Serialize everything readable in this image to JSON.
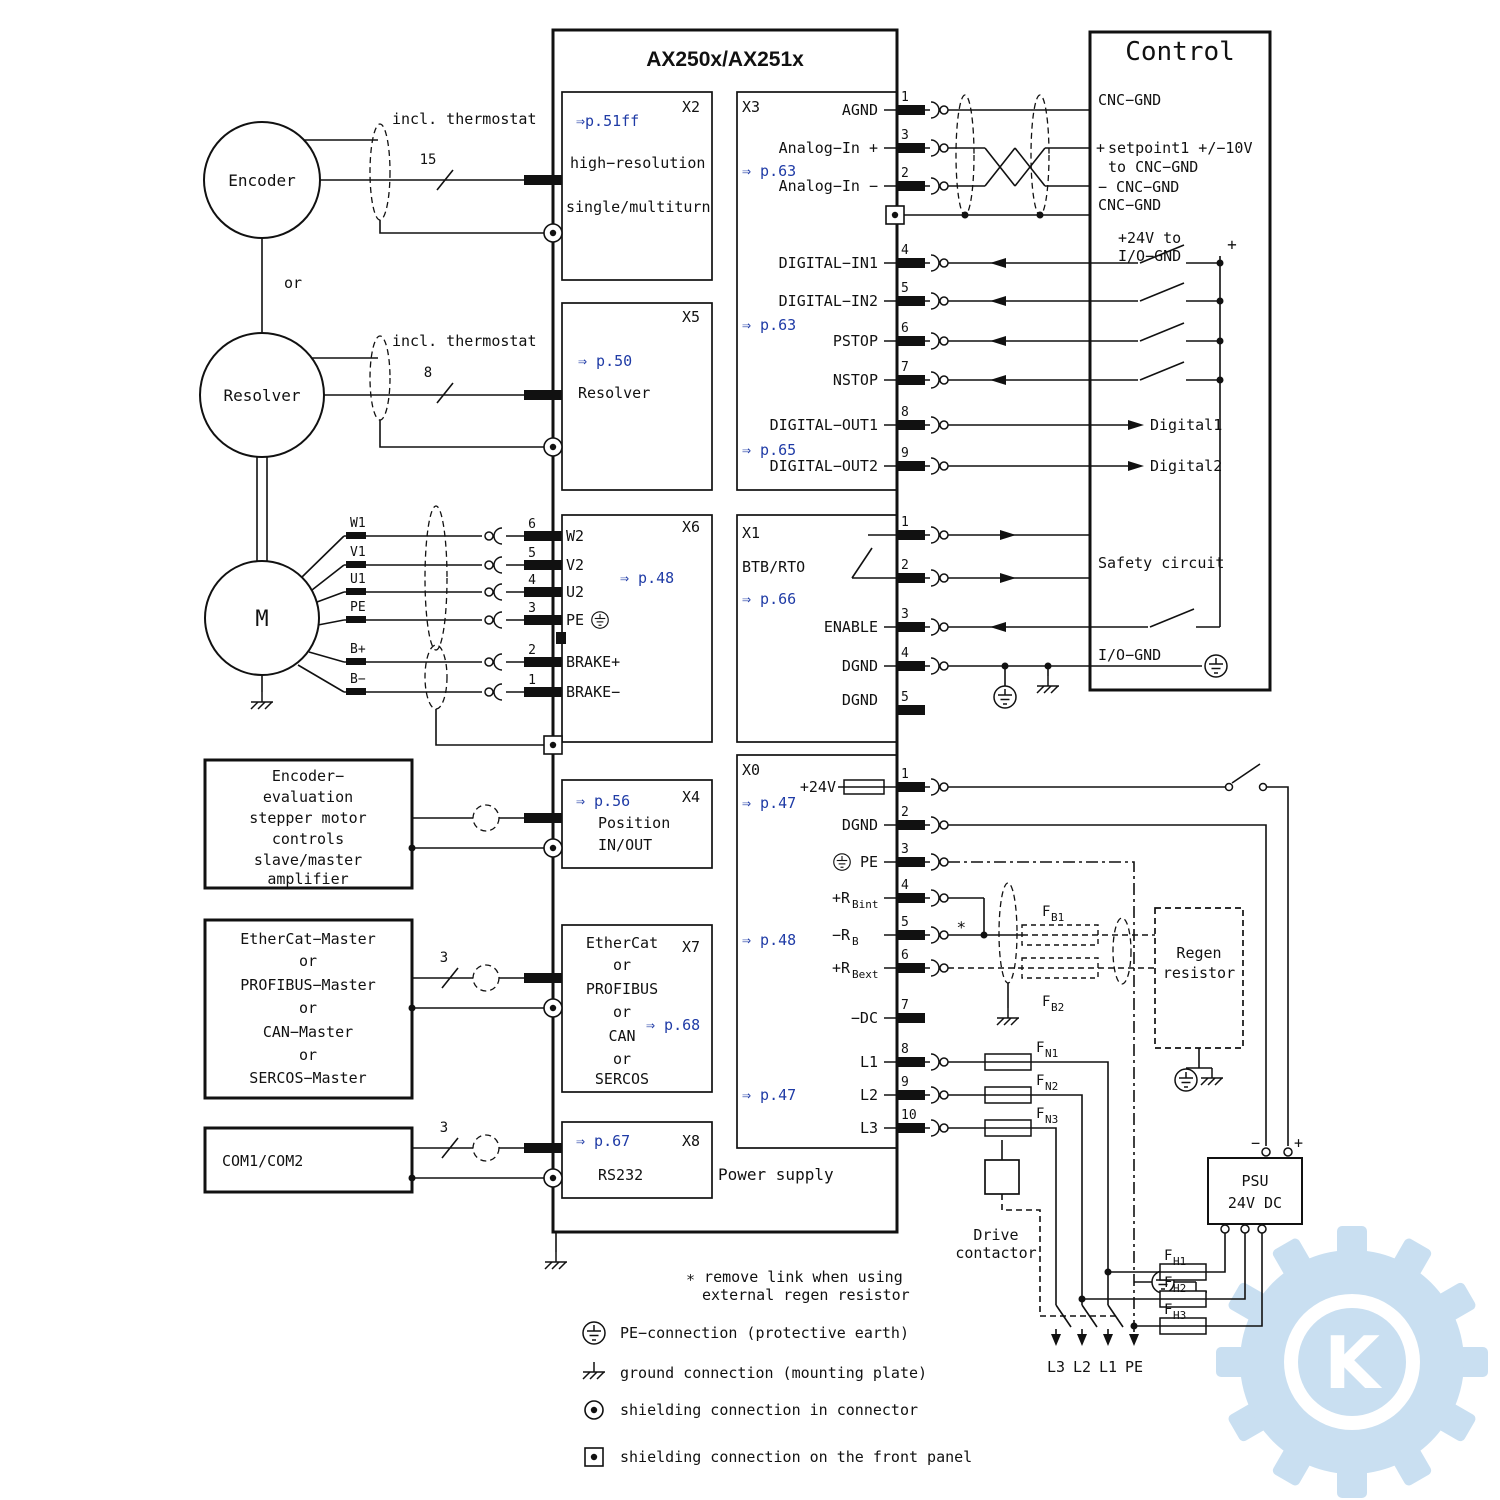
{
  "amplifier": {
    "title": "AX250x/AX251x",
    "power_supply": "Power supply",
    "x2": {
      "id": "X2",
      "ref": "⇒p.51ff",
      "line1": "high−resolution",
      "line2": "single/multiturn"
    },
    "x5": {
      "id": "X5",
      "ref": "⇒ p.50",
      "line1": "Resolver"
    },
    "x6": {
      "id": "X6",
      "ref": "⇒ p.48",
      "pins": [
        {
          "n": "6",
          "label": "W2"
        },
        {
          "n": "5",
          "label": "V2"
        },
        {
          "n": "4",
          "label": "U2"
        },
        {
          "n": "3",
          "label": "PE"
        },
        {
          "n": "2",
          "label": "BRAKE+"
        },
        {
          "n": "1",
          "label": "BRAKE−"
        }
      ]
    },
    "x4": {
      "id": "X4",
      "ref": "⇒ p.56",
      "line1": "Position",
      "line2": "IN/OUT"
    },
    "x7": {
      "id": "X7",
      "ref": "⇒ p.68",
      "lines": [
        "EtherCat",
        "or",
        "PROFIBUS",
        "or",
        "CAN",
        "or",
        "SERCOS"
      ]
    },
    "x8": {
      "id": "X8",
      "ref": "⇒ p.67",
      "line1": "RS232"
    },
    "x3": {
      "id": "X3",
      "ref1": "⇒ p.63",
      "ref2": "⇒ p.63",
      "ref3": "⇒ p.65",
      "pins": [
        {
          "n": "1",
          "label": "AGND"
        },
        {
          "n": "3",
          "label": "Analog−In +"
        },
        {
          "n": "2",
          "label": "Analog−In −"
        },
        {
          "n": "4",
          "label": "DIGITAL−IN1"
        },
        {
          "n": "5",
          "label": "DIGITAL−IN2"
        },
        {
          "n": "6",
          "label": "PSTOP"
        },
        {
          "n": "7",
          "label": "NSTOP"
        },
        {
          "n": "8",
          "label": "DIGITAL−OUT1"
        },
        {
          "n": "9",
          "label": "DIGITAL−OUT2"
        }
      ]
    },
    "x1": {
      "id": "X1",
      "ref": "⇒ p.66",
      "relay": "BTB/RTO",
      "pins": [
        {
          "n": "1",
          "label": ""
        },
        {
          "n": "2",
          "label": ""
        },
        {
          "n": "3",
          "label": "ENABLE"
        },
        {
          "n": "4",
          "label": "DGND"
        },
        {
          "n": "5",
          "label": "DGND"
        }
      ]
    },
    "x0": {
      "id": "X0",
      "ref1": "⇒ p.47",
      "ref2": "⇒ p.48",
      "ref3": "⇒ p.47",
      "pins": [
        {
          "n": "1",
          "label": "+24V"
        },
        {
          "n": "2",
          "label": "DGND"
        },
        {
          "n": "3",
          "label": "PE"
        },
        {
          "n": "4",
          "label": "+R",
          "sub": "Bint"
        },
        {
          "n": "5",
          "label": "−R",
          "sub": "B"
        },
        {
          "n": "6",
          "label": "+R",
          "sub": "Bext"
        },
        {
          "n": "7",
          "label": "−DC"
        },
        {
          "n": "8",
          "label": "L1"
        },
        {
          "n": "9",
          "label": "L2"
        },
        {
          "n": "10",
          "label": "L3"
        }
      ]
    }
  },
  "left": {
    "encoder": "Encoder",
    "or": "or",
    "resolver": "Resolver",
    "motor": "M",
    "thermostat1": "incl. thermostat",
    "thermostat2": "incl. thermostat",
    "n15": "15",
    "n8": "8",
    "n3a": "3",
    "n3b": "3",
    "motor_wires": [
      "W1",
      "V1",
      "U1",
      "PE",
      "B+",
      "B−"
    ],
    "eval_lines": [
      "Encoder−",
      "evaluation",
      "stepper motor",
      "controls",
      "slave/master",
      "amplifier"
    ],
    "bus_lines": [
      "EtherCat−Master",
      "or",
      "PROFIBUS−Master",
      "or",
      "CAN−Master",
      "or",
      "SERCOS−Master"
    ],
    "com": "COM1/COM2"
  },
  "control": {
    "title": "Control",
    "cnc_gnd_top": "CNC−GND",
    "plus_in": "+",
    "setpoint1": "setpoint1 +/−10V",
    "to_cnc": "to CNC−GND",
    "minus_cnc": "− CNC−GND",
    "cnc_gnd_mid": "CNC−GND",
    "v24a": "+24V to",
    "v24b": "I/O−GND",
    "plus_bus": "+",
    "digital1": "Digital1",
    "digital2": "Digital2",
    "safety": "Safety circuit",
    "io_gnd": "I/O−GND"
  },
  "power": {
    "regen1": "Regen",
    "regen2": "resistor",
    "psu1": "PSU",
    "psu2": "24V DC",
    "minus": "−",
    "plus": "+",
    "drive1": "Drive",
    "drive2": "contactor",
    "terminals": [
      "L3",
      "L2",
      "L1",
      "PE"
    ],
    "fuses": {
      "fb1": {
        "m": "F",
        "s": "B1"
      },
      "fb2": {
        "m": "F",
        "s": "B2"
      },
      "fn1": {
        "m": "F",
        "s": "N1"
      },
      "fn2": {
        "m": "F",
        "s": "N2"
      },
      "fn3": {
        "m": "F",
        "s": "N3"
      },
      "fh1": {
        "m": "F",
        "s": "H1"
      },
      "fh2": {
        "m": "F",
        "s": "H2"
      },
      "fh3": {
        "m": "F",
        "s": "H3"
      }
    }
  },
  "notes": {
    "star": "∗",
    "line1": "∗ remove link when using",
    "line2": "external regen resistor"
  },
  "legend": {
    "items": [
      "PE−connection (protective earth)",
      "ground connection (mounting plate)",
      "shielding connection in connector",
      "shielding connection on the front panel"
    ]
  }
}
